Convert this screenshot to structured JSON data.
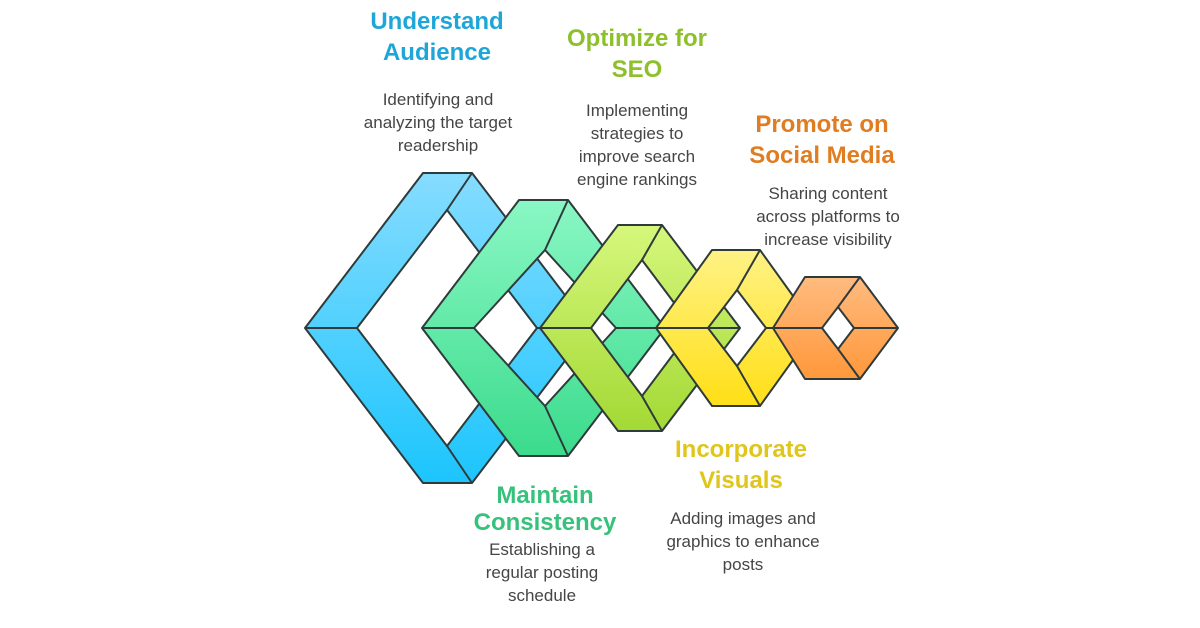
{
  "steps": [
    {
      "title": [
        "Understand",
        "Audience"
      ],
      "description": [
        "Identifying and",
        "analyzing the target",
        "readership"
      ],
      "color": "#1ea6d9"
    },
    {
      "title": [
        "Maintain",
        "Consistency"
      ],
      "description": [
        "Establishing a",
        "regular posting",
        "schedule"
      ],
      "color": "#36c27b"
    },
    {
      "title": [
        "Optimize for",
        "SEO"
      ],
      "description": [
        "Implementing",
        "strategies to",
        "improve search",
        "engine rankings"
      ],
      "color": "#8dc02b"
    },
    {
      "title": [
        "Incorporate",
        "Visuals"
      ],
      "description": [
        "Adding images and",
        "graphics to enhance",
        "posts"
      ],
      "color": "#e0c51b"
    },
    {
      "title": [
        "Promote on",
        "Social Media"
      ],
      "description": [
        "Sharing content",
        "across platforms to",
        "increase visibility"
      ],
      "color": "#e07d20"
    }
  ]
}
